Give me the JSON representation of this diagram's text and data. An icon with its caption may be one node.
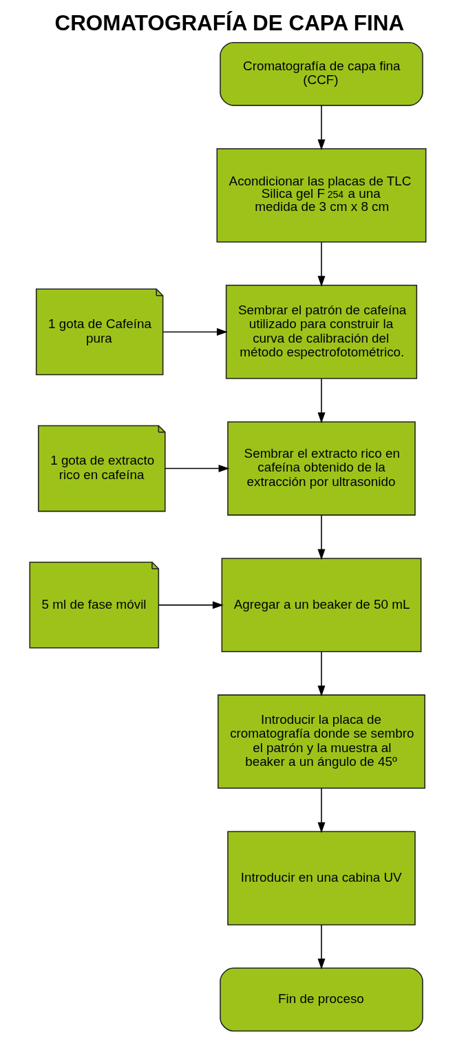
{
  "diagram": {
    "title": "CROMATOGRAFÍA DE CAPA FINA",
    "nodes": [
      {
        "text": [
          "Cromatografía de capa fina (CCF)"
        ]
      },
      {
        "text": [
          "Acondicionar las placas de TLC Silica gel F$_{254}$ a una medida de 3 cm x 8 cm"
        ]
      },
      {
        "text": [
          "1 gota de Cafeína pura"
        ]
      },
      {
        "text": [
          "Sembrar el patrón de cafeína utilizado para construir la curva de calibración del método espectrofotométrico."
        ]
      },
      {
        "text": [
          "1 gota de extracto rico en cafeína"
        ]
      },
      {
        "text": [
          "Sembrar el extracto rico en cafeína obtenido de la extracción por ultrasonido"
        ]
      },
      {
        "text": [
          "5 ml de fase móvil"
        ]
      },
      {
        "text": [
          "Agregar a un beaker de 50 mL"
        ]
      },
      {
        "text": [
          "Introducir la placa de cromatografía donde se sembro el patrón y la muestra al beaker a un ángulo de 45º"
        ]
      },
      {
        "text": [
          "Introducir en una cabina UV"
        ]
      },
      {
        "text": [
          "Fin de proceso"
        ]
      }
    ],
    "edges": [
      {
        "from": 0,
        "to": 1,
        "arrow": "to"
      },
      {
        "from": 1,
        "to": 3,
        "arrow": "to"
      },
      {
        "from": 2,
        "to": 3,
        "arrow": "to"
      },
      {
        "from": 3,
        "to": 5,
        "arrow": "to"
      },
      {
        "from": 4,
        "to": 5,
        "arrow": "to"
      },
      {
        "from": 5,
        "to": 7,
        "arrow": "to"
      },
      {
        "from": 6,
        "to": 7,
        "arrow": "to"
      },
      {
        "from": 7,
        "to": 8,
        "arrow": "to"
      },
      {
        "from": 8,
        "to": 9,
        "arrow": "to"
      },
      {
        "from": 9,
        "to": 10,
        "arrow": "to"
      }
    ]
  }
}
